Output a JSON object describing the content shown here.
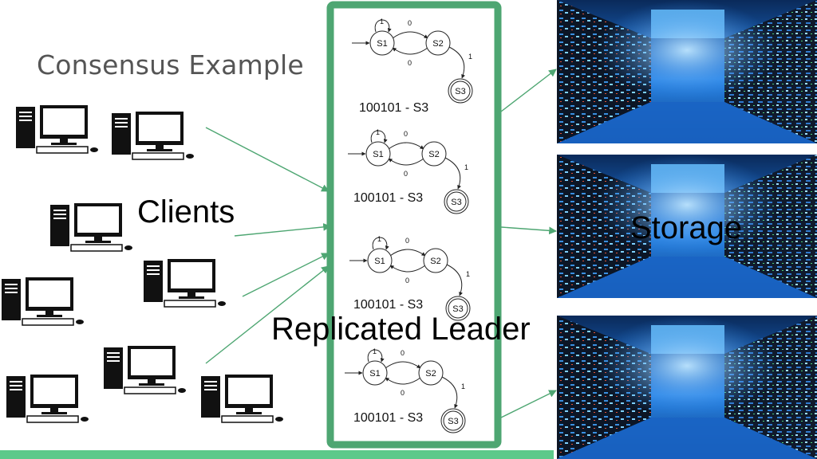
{
  "slide": {
    "title": "Consensus Example",
    "clients_label": "Clients",
    "leader_label": "Replicated Leader",
    "storage_label": "Storage"
  },
  "state_machine": {
    "states": [
      "S1",
      "S2",
      "S3"
    ],
    "loop_label": "1",
    "s1_to_s2_label": "0",
    "s2_to_s1_label": "0",
    "s2_to_s3_label": "1",
    "accepting_state": "S3",
    "result_text": "100101 - S3"
  },
  "replica_count": 4,
  "client_count": 8,
  "storage_count": 3,
  "colors": {
    "accent_green": "#4ea672",
    "bottom_bar": "#5cc98a",
    "title_gray": "#555555",
    "server_blue": "#1a6fd6"
  },
  "icons": {
    "client": "desktop-computer-icon",
    "storage": "server-room-photo"
  }
}
